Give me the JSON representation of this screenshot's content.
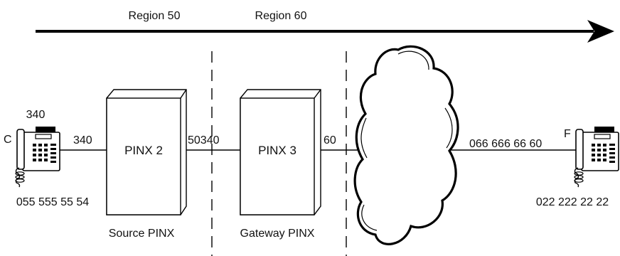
{
  "regions": {
    "region_a": "Region 50",
    "region_b": "Region 60"
  },
  "phone_left": {
    "id": "C",
    "extension": "340",
    "number": "055 555 55 54"
  },
  "phone_right": {
    "id": "F",
    "number": "022 222 22 22"
  },
  "pinx_2": {
    "label": "PINX 2",
    "caption": "Source PINX"
  },
  "pinx_3": {
    "label": "PINX 3",
    "caption": "Gateway PINX"
  },
  "link_labels": {
    "phone_to_pinx2": "340",
    "pinx2_to_pinx3": "50340",
    "pinx3_to_cloud": "60",
    "cloud_to_phone": "066 666 66 60"
  },
  "colors": {
    "stroke": "#000000",
    "background": "#ffffff"
  },
  "icons": {
    "phone": "desk-telephone-icon",
    "network": "cloud-network-icon"
  }
}
